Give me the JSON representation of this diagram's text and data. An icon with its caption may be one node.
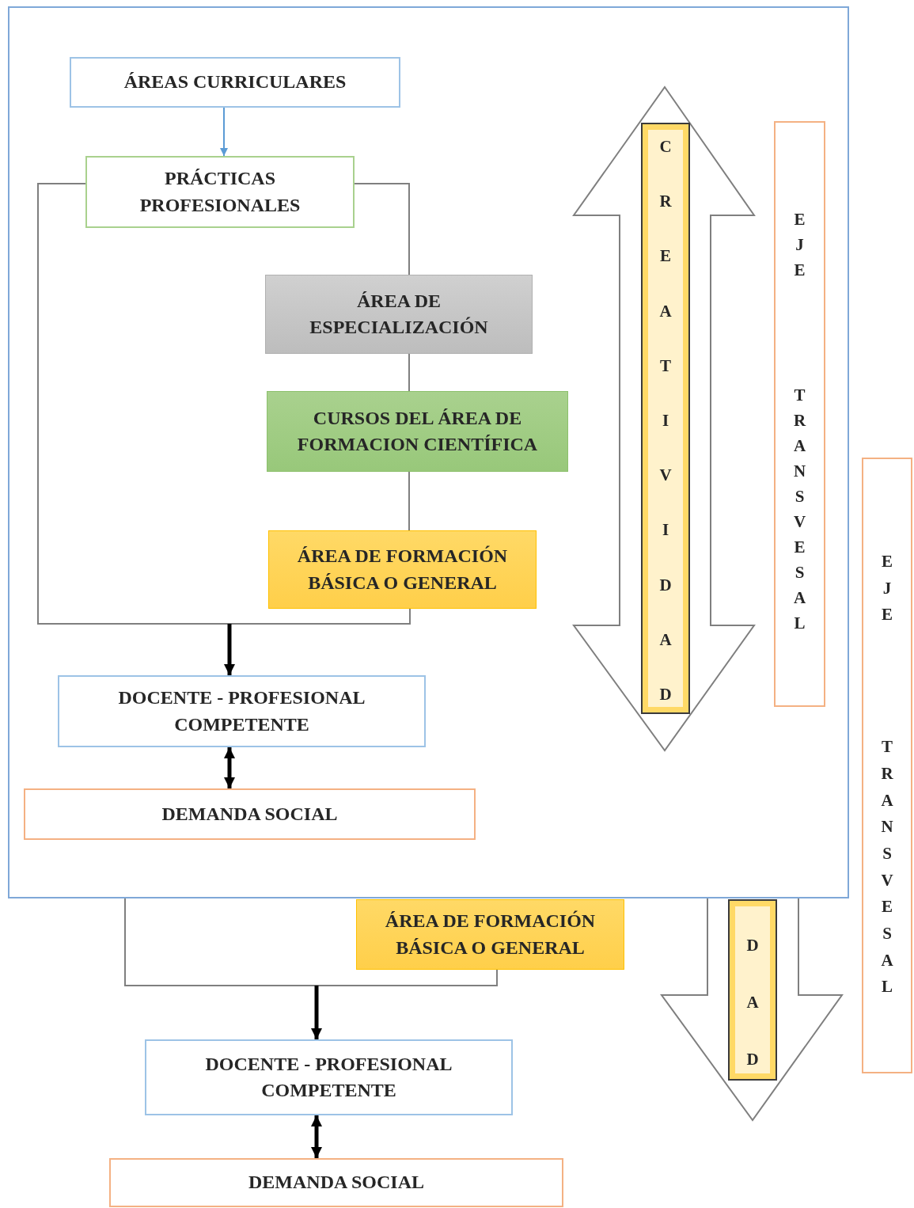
{
  "diagram": {
    "nodes": [
      {
        "text": [],
        "shape": "box"
      },
      {
        "text": [
          "ÁREAS CURRICULARES"
        ],
        "in": 0
      },
      {
        "text": [
          "PRÁCTICAS PROFESIONALES"
        ],
        "in": 0
      },
      {
        "text": [
          "ÁREA DE ESPECIALIZACIÓN"
        ],
        "in": 0
      },
      {
        "text": [
          "CURSOS DEL ÁREA DE FORMACION CIENTÍFICA"
        ],
        "in": 0
      },
      {
        "text": [
          "ÁREA DE FORMACIÓN BÁSICA O GENERAL"
        ],
        "in": 0
      },
      {
        "text": [
          "DOCENTE - PROFESIONAL COMPETENTE"
        ],
        "in": 0
      },
      {
        "text": [
          "DEMANDA SOCIAL"
        ],
        "in": 0
      },
      {
        "text": [
          "CREATIVIDAD"
        ],
        "in": 0
      },
      {
        "text": [
          "EJE",
          "TRANSVESAL"
        ],
        "in": 0
      },
      {
        "text": [
          "ÁREA DE FORMACIÓN BÁSICA O GENERAL"
        ]
      },
      {
        "text": [
          "DOCENTE - PROFESIONAL COMPETENTE"
        ]
      },
      {
        "text": [
          "DEMANDA SOCIAL"
        ]
      },
      {
        "text": [
          "DAD"
        ]
      },
      {
        "text": [
          "EJE",
          "TRANSVESAL"
        ]
      }
    ],
    "edges": [
      {
        "from": 1,
        "to": 2,
        "arrow": "to",
        "color": "#5b9bd5"
      },
      {
        "from": 2,
        "to": 3,
        "arrow": "none"
      },
      {
        "from": 3,
        "to": 4,
        "arrow": "none"
      },
      {
        "from": 4,
        "to": 5,
        "arrow": "none"
      },
      {
        "from": 2,
        "to": 6,
        "arrow": "to"
      },
      {
        "from": 5,
        "to": 6,
        "arrow": "to"
      },
      {
        "from": 6,
        "to": 7,
        "arrow": "both",
        "style": "thick",
        "color": "#000000"
      },
      {
        "from": 0,
        "to": 11,
        "arrow": "to"
      },
      {
        "from": 10,
        "to": 11,
        "arrow": "to"
      },
      {
        "from": 11,
        "to": 12,
        "arrow": "both",
        "style": "thick",
        "color": "#000000"
      }
    ]
  }
}
